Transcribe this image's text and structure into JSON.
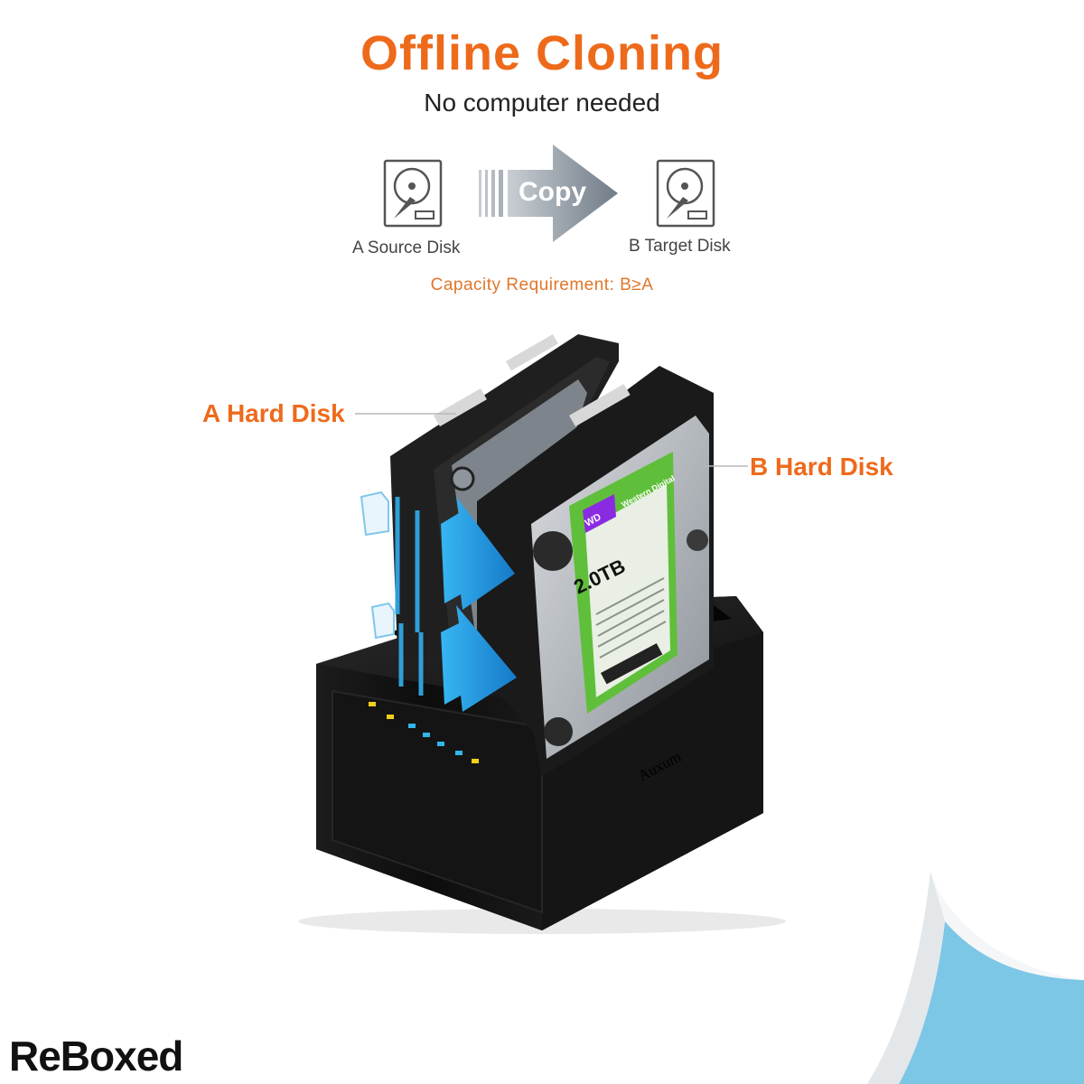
{
  "header": {
    "title": "Offline Cloning",
    "subtitle": "No computer needed"
  },
  "diagram": {
    "source_label": "A Source Disk",
    "copy_label": "Copy",
    "target_label": "B Target Disk",
    "capacity_requirement": "Capacity Requirement: B≥A"
  },
  "product": {
    "callout_a": "A Hard Disk",
    "callout_b": "B Hard Disk",
    "dock_brand": "Auxum",
    "drive_capacity": "2.0TB",
    "drive_maker": "Western Digital"
  },
  "watermark": {
    "brand": "ReBoxed"
  },
  "colors": {
    "accent": "#ee6a1b",
    "arrow_blue": "#1e9ee6",
    "dock": "#111111",
    "label_green": "#5fbf3a"
  }
}
